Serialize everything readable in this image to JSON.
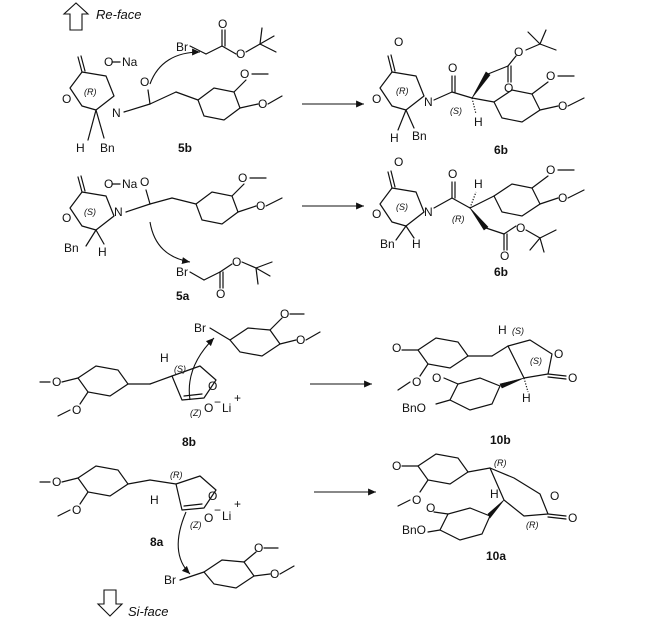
{
  "faces": {
    "top": "Re-face",
    "bottom": "Si-face"
  },
  "atoms": {
    "br": "Br",
    "o": "O",
    "n": "N",
    "na": "Na",
    "h": "H",
    "bn": "Bn",
    "li": "Li",
    "bno": "BnO",
    "o_minus": "O",
    "minus": "−",
    "plus": "+"
  },
  "stereo": {
    "r": "(R)",
    "s": "(S)",
    "z": "(Z)"
  },
  "compounds": {
    "c5b": "5b",
    "c6b_top": "6b",
    "c5a": "5a",
    "c6b_bottom": "6b",
    "c8b": "8b",
    "c10b": "10b",
    "c8a": "8a",
    "c10a": "10a"
  }
}
